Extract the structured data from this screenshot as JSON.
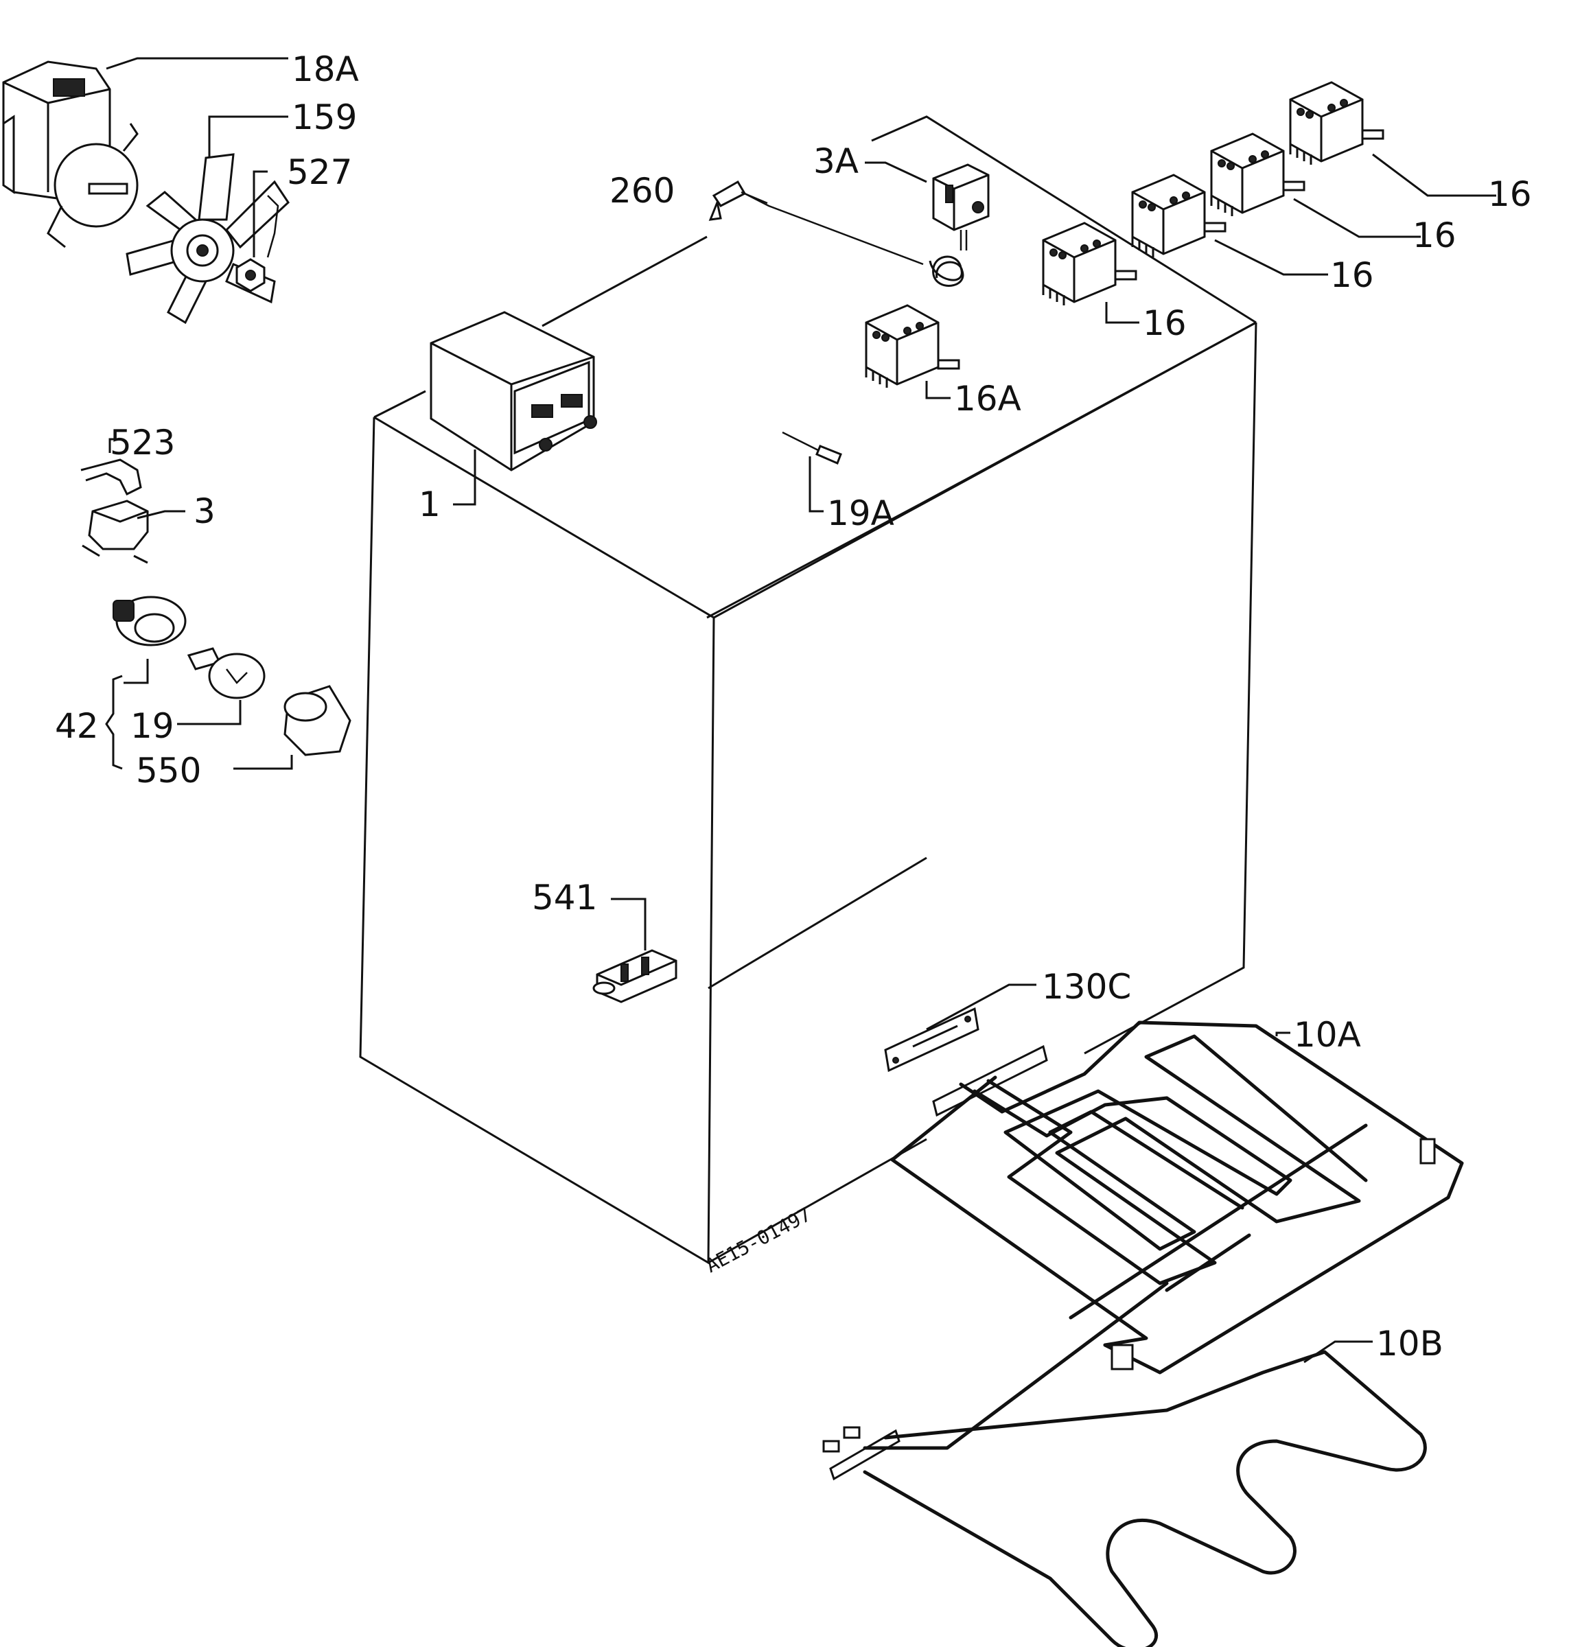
{
  "labels": {
    "l18A": "18A",
    "l159": "159",
    "l527": "527",
    "l260": "260",
    "l3A": "3A",
    "l16_1": "16",
    "l16_2": "16",
    "l16_3": "16",
    "l16_4": "16",
    "l16A": "16A",
    "l523": "523",
    "l3": "3",
    "l1": "1",
    "l19A": "19A",
    "l42": "42",
    "l19": "19",
    "l550": "550",
    "l541": "541",
    "l130C": "130C",
    "l10A": "10A",
    "l10B": "10B"
  },
  "drawing_code": "AE15-01497"
}
